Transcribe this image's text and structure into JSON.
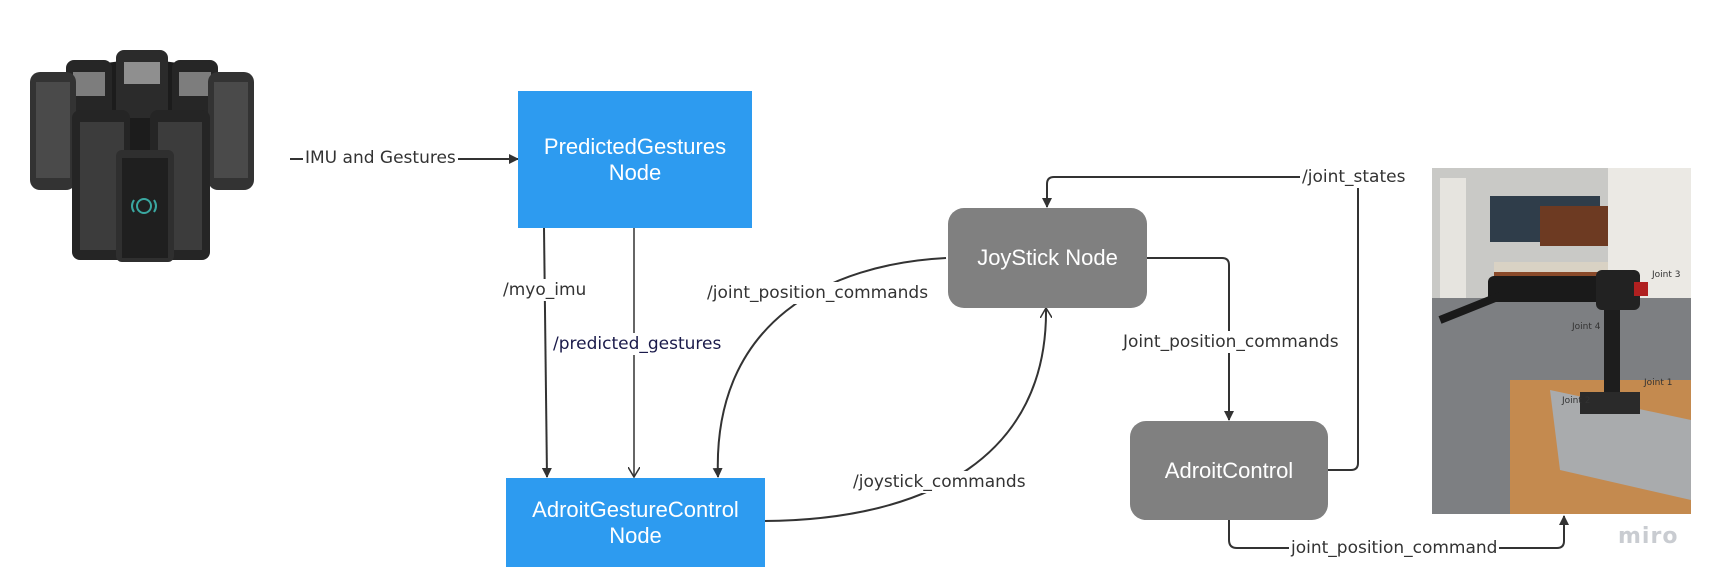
{
  "nodes": {
    "predicted_gestures": "PredictedGestures\nNode",
    "adroit_gesture_control": "AdroitGestureControl\nNode",
    "joystick": "JoyStick Node",
    "adroit_control": "AdroitControl"
  },
  "edges": {
    "imu_and_gestures": "IMU and Gestures",
    "myo_imu": "/myo_imu",
    "predicted_gestures": "/predicted_gestures",
    "joint_position_commands_left": "/joint_position_commands",
    "joystick_commands": "/joystick_commands",
    "joint_states": "/joint_states",
    "joint_position_commands_right": "Joint_position_commands",
    "joint_position_command": "joint_position_command"
  },
  "photo_annotations": [
    "Joint 3",
    "Joint 4",
    "Joint 1",
    "Joint 2"
  ],
  "watermark": "miro",
  "colors": {
    "blue_node": "#2d9bf0",
    "gray_node": "#808080",
    "edge": "#333333"
  }
}
